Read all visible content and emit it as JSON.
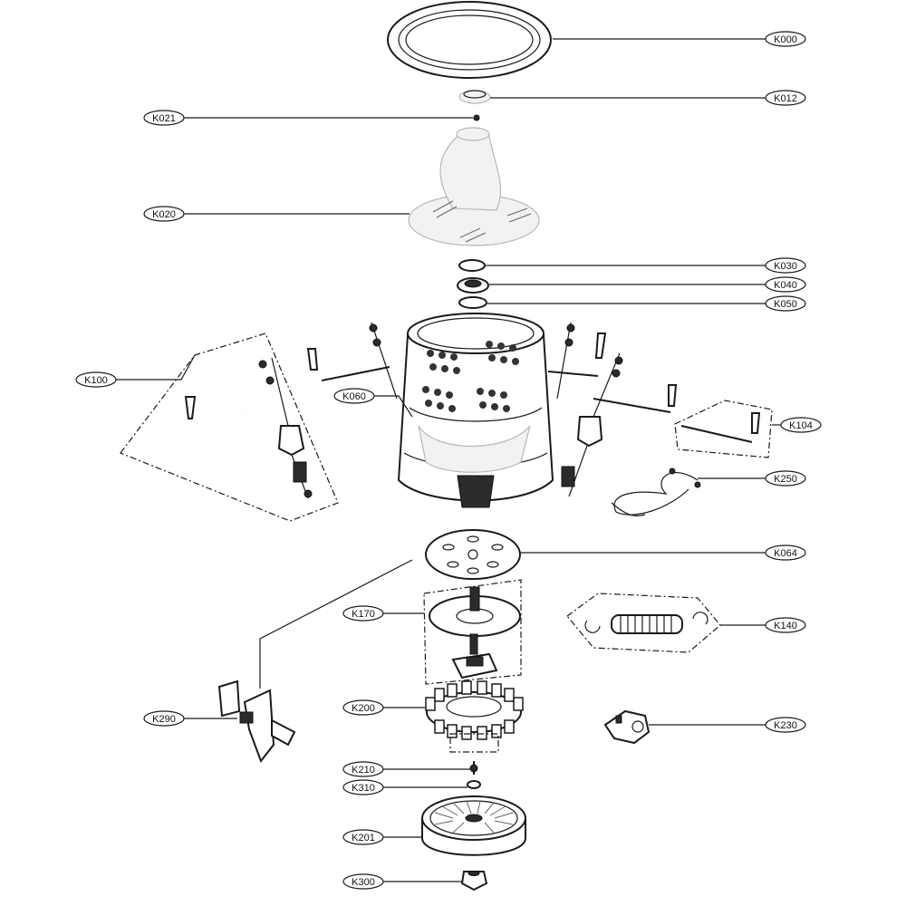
{
  "colors": {
    "line": "#1a1a1a",
    "background": "#ffffff"
  },
  "callouts": [
    {
      "id": "K000",
      "label": "K000"
    },
    {
      "id": "K012",
      "label": "K012"
    },
    {
      "id": "K021",
      "label": "K021"
    },
    {
      "id": "K020",
      "label": "K020"
    },
    {
      "id": "K030",
      "label": "K030"
    },
    {
      "id": "K040",
      "label": "K040"
    },
    {
      "id": "K050",
      "label": "K050"
    },
    {
      "id": "K100",
      "label": "K100"
    },
    {
      "id": "K060",
      "label": "K060"
    },
    {
      "id": "K104",
      "label": "K104"
    },
    {
      "id": "K250",
      "label": "K250"
    },
    {
      "id": "K064",
      "label": "K064"
    },
    {
      "id": "K170",
      "label": "K170"
    },
    {
      "id": "K140",
      "label": "K140"
    },
    {
      "id": "K290",
      "label": "K290"
    },
    {
      "id": "K200",
      "label": "K200"
    },
    {
      "id": "K230",
      "label": "K230"
    },
    {
      "id": "K210",
      "label": "K210"
    },
    {
      "id": "K310",
      "label": "K310"
    },
    {
      "id": "K201",
      "label": "K201"
    },
    {
      "id": "K300",
      "label": "K300"
    }
  ]
}
